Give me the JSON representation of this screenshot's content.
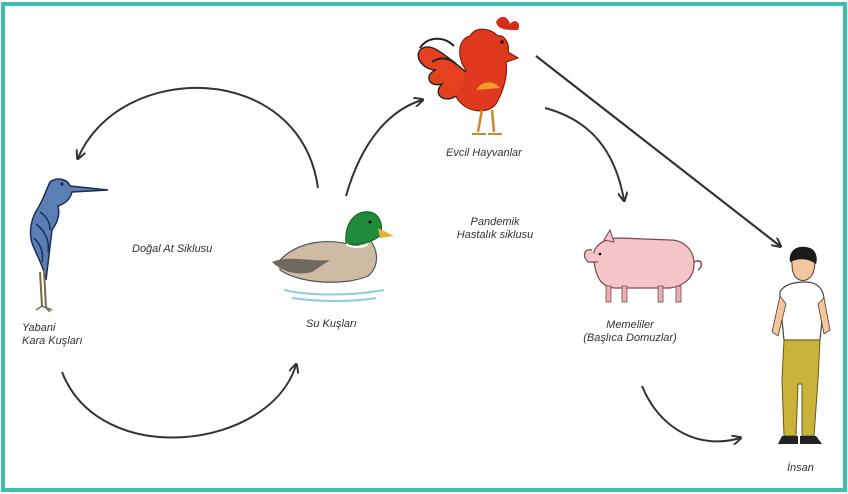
{
  "colors": {
    "border": "#3dbfb0",
    "arrow": "#333333",
    "text": "#333333"
  },
  "labels": {
    "wild_birds_line1": "Yabani",
    "wild_birds_line2": "Kara Kuşları",
    "natural_cycle": "Doğal At Siklusu",
    "water_birds": "Su Kuşları",
    "domestic_animals": "Evcil Hayvanlar",
    "pandemic_line1": "Pandemik",
    "pandemic_line2": "Hastalık siklusu",
    "mammals_line1": "Memeliler",
    "mammals_line2": "(Başlıca Domuzlar)",
    "human": "İnsan"
  },
  "icons": [
    "heron-icon",
    "duck-icon",
    "rooster-icon",
    "pig-icon",
    "human-icon"
  ]
}
